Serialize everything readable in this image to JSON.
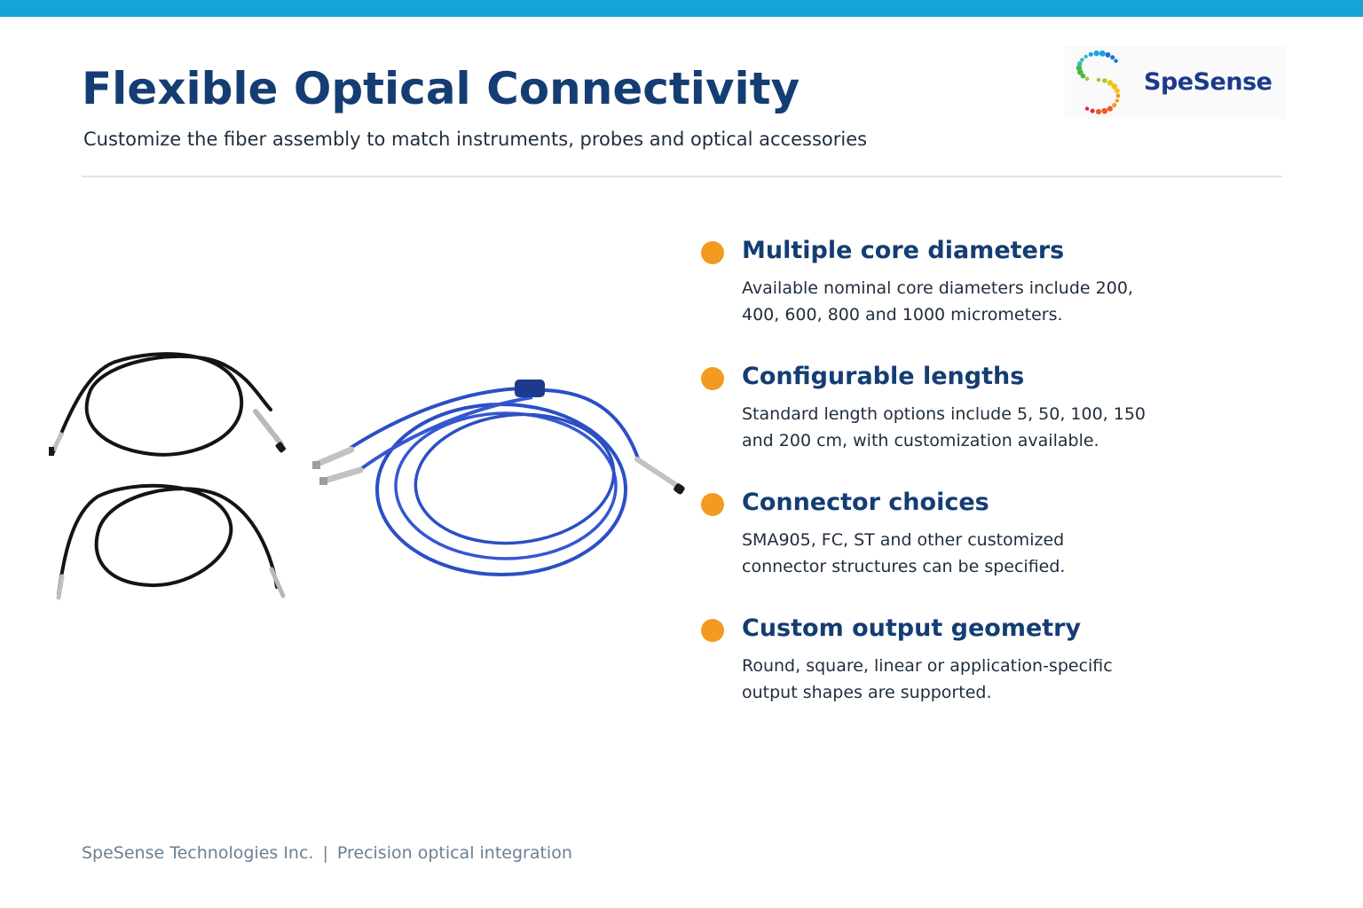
{
  "header": {
    "title": "Flexible Optical Connectivity",
    "subtitle": "Customize the fiber assembly to match instruments, probes and optical accessories"
  },
  "logo": {
    "text": "SpeSense",
    "icon": "spesense-dot-s-logo"
  },
  "product_image": {
    "icon": "fiber-optic-cable-assemblies"
  },
  "features": [
    {
      "title": "Multiple core diameters",
      "description": "Available nominal core diameters include 200, 400, 600, 800 and 1000 micrometers."
    },
    {
      "title": "Configurable lengths",
      "description": "Standard length options include 5, 50, 100, 150 and 200 cm, with customization available."
    },
    {
      "title": "Connector choices",
      "description": "SMA905, FC, ST and other customized connector structures can be specified."
    },
    {
      "title": "Custom output geometry",
      "description": "Round, square, linear or application-specific output shapes are supported."
    }
  ],
  "footer": {
    "company": "SpeSense Technologies Inc.",
    "separator": "|",
    "tagline": "Precision optical integration"
  },
  "colors": {
    "accent_bar": "#15a3d8",
    "title": "#143d73",
    "bullet": "#f39a21",
    "footer_text": "#6b7f95",
    "cable_black": "#141414",
    "cable_blue": "#2b4fc4"
  }
}
